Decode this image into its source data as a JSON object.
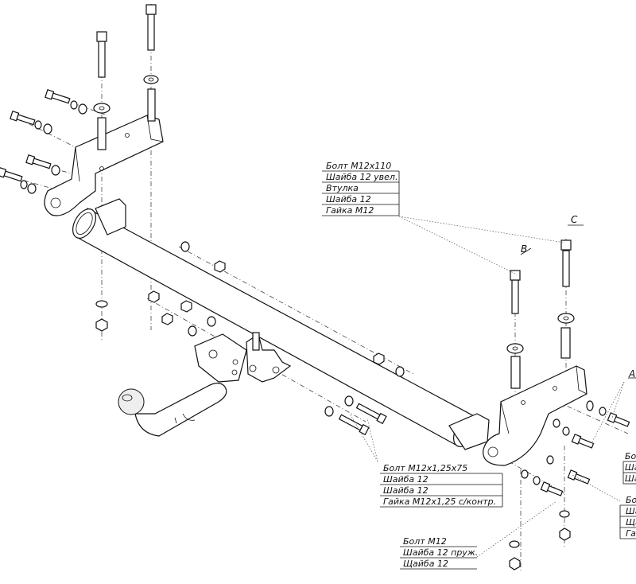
{
  "callouts": {
    "top": [
      "Болт М12х110",
      "Шайба 12 увел.",
      "Втулка",
      "Шайба 12",
      "Гайка М12"
    ],
    "middle": [
      "Болт М12х1,25х75",
      "Шайба 12",
      "Шайба 12",
      "Гайка М12х1,25 с/контр."
    ],
    "bottom": [
      "Болт М12",
      "Шайба 12 пруж.",
      "Щайба 12"
    ],
    "right_a": [
      "Бо",
      "Ша",
      "Ша"
    ],
    "right_b": [
      "Бо",
      "Ша",
      "Ща",
      "Га"
    ]
  },
  "markers": {
    "a": "A",
    "b": "B",
    "c": "C"
  }
}
